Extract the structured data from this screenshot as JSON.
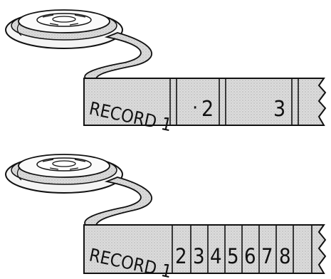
{
  "colors": {
    "ink": "#111111",
    "tape_fill": "#d9d9d9",
    "reel_fill": "#eeeeee",
    "background": "#ffffff"
  },
  "tapes": [
    {
      "record_label": "RECORD 1",
      "records": [
        "2",
        "3"
      ]
    },
    {
      "record_label": "RECORD 1",
      "records": [
        "2",
        "3",
        "4",
        "5",
        "6",
        "7",
        "8"
      ]
    }
  ]
}
